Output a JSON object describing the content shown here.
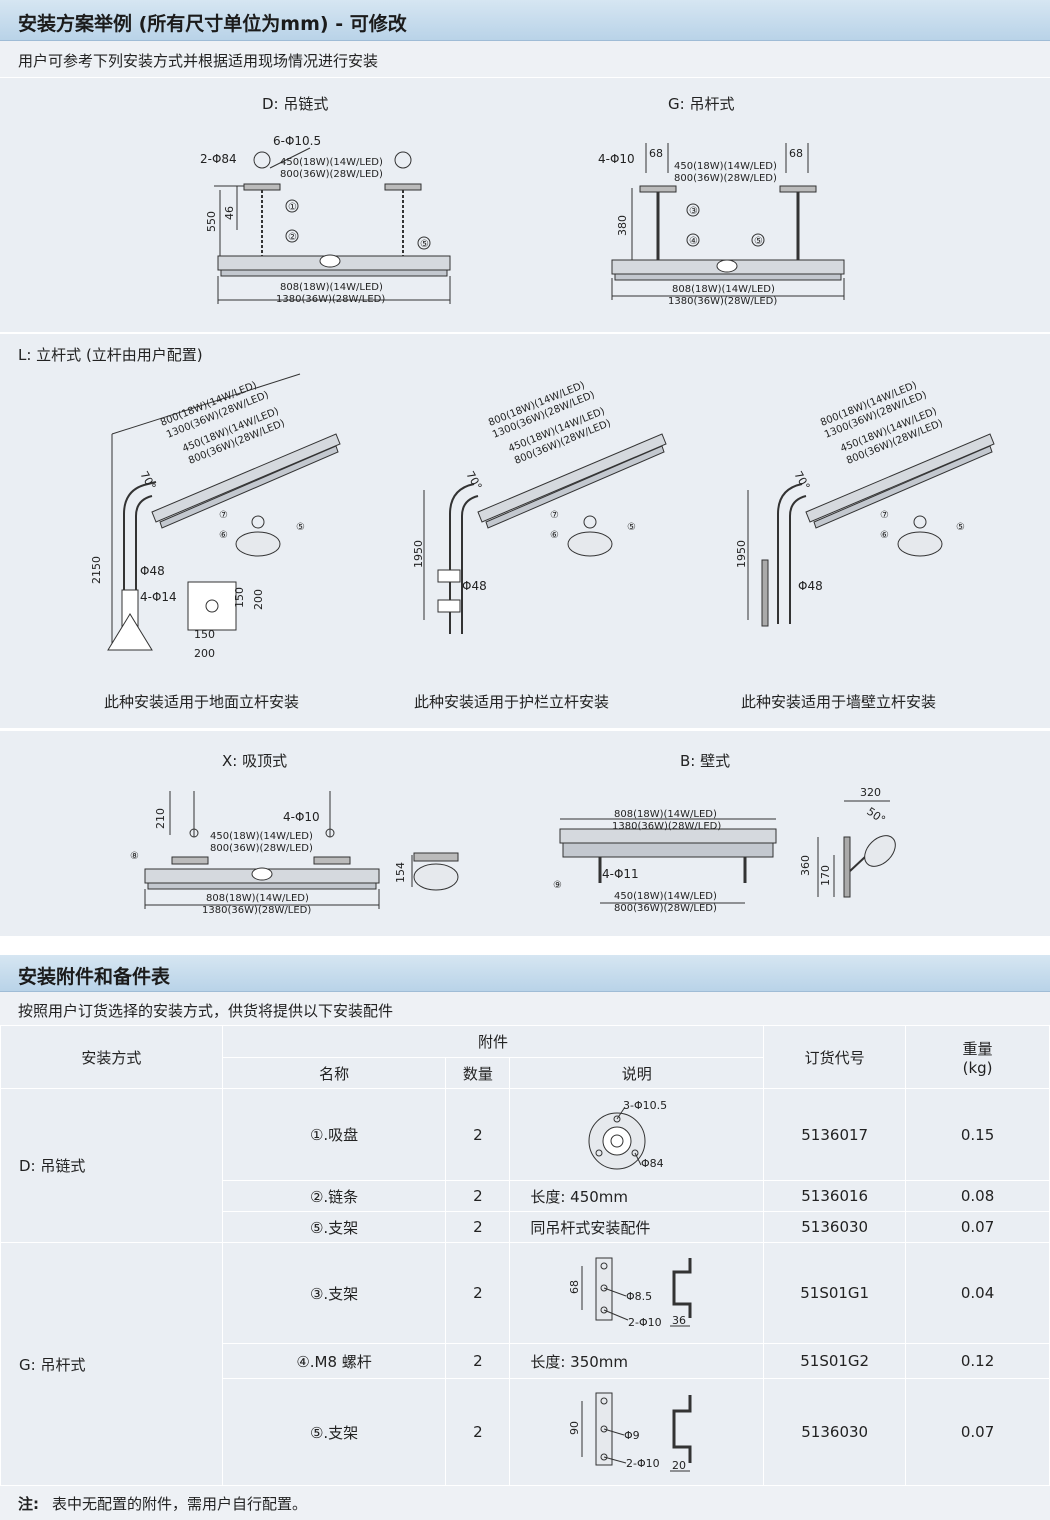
{
  "section1": {
    "title": "安装方案举例 (所有尺寸单位为mm) - 可修改",
    "subtitle": "用户可参考下列安装方式并根据适用现场情况进行安装"
  },
  "diagrams": {
    "d_title": "D: 吊链式",
    "g_title": "G: 吊杆式",
    "l_title": "L: 立杆式 (立杆由用户配置)",
    "x_title": "X: 吸顶式",
    "b_title": "B: 壁式",
    "cap_ground": "此种安装适用于地面立杆安装",
    "cap_guard": "此种安装适用于护栏立杆安装",
    "cap_wall": "此种安装适用于墙壁立杆安装",
    "dim_450": "450(18W)(14W/LED)",
    "dim_800": "800(36W)(28W/LED)",
    "dim_808": "808(18W)(14W/LED)",
    "dim_1380": "1380(36W)(28W/LED)",
    "dim_1300": "1300(36W)(28W/LED)",
    "dim_800_18": "800(18W)(14W/LED)",
    "d_6phi": "6-Φ10.5",
    "d_2phi": "2-Φ84",
    "d_550": "550",
    "d_46": "46",
    "g_4phi": "4-Φ10",
    "g_68": "68",
    "g_380": "380",
    "l_70": "70°",
    "l_2150": "2150",
    "l_1950": "1950",
    "l_phi48": "Φ48",
    "l_4phi14": "4-Φ14",
    "l_150": "150",
    "l_200": "200",
    "x_210": "210",
    "x_4phi10": "4-Φ10",
    "x_154": "154",
    "b_320": "320",
    "b_50": "50°",
    "b_4phi11": "4-Φ11",
    "b_360": "360",
    "b_170": "170",
    "n1": "①",
    "n2": "②",
    "n3": "③",
    "n4": "④",
    "n5": "⑤",
    "n6": "⑥",
    "n7": "⑦",
    "n8": "⑧",
    "n9": "⑨"
  },
  "section2": {
    "title": "安装附件和备件表",
    "subtitle": "按照用户订货选择的安装方式，供货将提供以下安装配件"
  },
  "table": {
    "h_method": "安装方式",
    "h_accessory": "附件",
    "h_name": "名称",
    "h_qty": "数量",
    "h_desc": "说明",
    "h_order": "订货代号",
    "h_weight": "重量",
    "h_weight_unit": "(kg)",
    "group_d": "D: 吊链式",
    "group_g": "G: 吊杆式",
    "rows": [
      {
        "name": "①.吸盘",
        "qty": "2",
        "desc": "",
        "order": "5136017",
        "weight": "0.15"
      },
      {
        "name": "②.链条",
        "qty": "2",
        "desc": "长度: 450mm",
        "order": "5136016",
        "weight": "0.08"
      },
      {
        "name": "⑤.支架",
        "qty": "2",
        "desc": "同吊杆式安装配件",
        "order": "5136030",
        "weight": "0.07"
      },
      {
        "name": "③.支架",
        "qty": "2",
        "desc": "",
        "order": "51S01G1",
        "weight": "0.04"
      },
      {
        "name": "④.M8 螺杆",
        "qty": "2",
        "desc": "长度: 350mm",
        "order": "51S01G2",
        "weight": "0.12"
      },
      {
        "name": "⑤.支架",
        "qty": "2",
        "desc": "",
        "order": "5136030",
        "weight": "0.07"
      }
    ],
    "disc_3phi": "3-Φ10.5",
    "disc_phi84": "Φ84",
    "br1_68": "68",
    "br1_phi85": "Φ8.5",
    "br1_2phi10": "2-Φ10",
    "br1_36": "36",
    "br2_90": "90",
    "br2_phi9": "Φ9",
    "br2_2phi10": "2-Φ10",
    "br2_20": "20"
  },
  "footnote": {
    "label": "注:",
    "text": "表中无配置的附件，需用户自行配置。"
  }
}
